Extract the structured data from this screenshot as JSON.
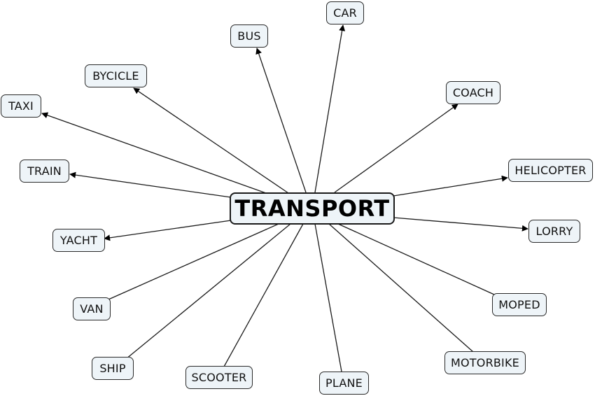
{
  "central": {
    "label": "TRANSPORT"
  },
  "nodes": {
    "car": "CAR",
    "bus": "BUS",
    "bycicle": "BYCICLE",
    "taxi": "TAXI",
    "coach": "COACH",
    "train": "TRAIN",
    "helicopter": "HELICOPTER",
    "yacht": "YACHT",
    "lorry": "LORRY",
    "van": "VAN",
    "moped": "MOPED",
    "ship": "SHIP",
    "scooter": "SCOOTER",
    "plane": "PLANE",
    "motorbike": "MOTORBIKE"
  },
  "colors": {
    "node_fill": "#eef4f8",
    "node_border": "#2a2a2a",
    "connector": "#1a1a1a",
    "background": "#ffffff"
  }
}
